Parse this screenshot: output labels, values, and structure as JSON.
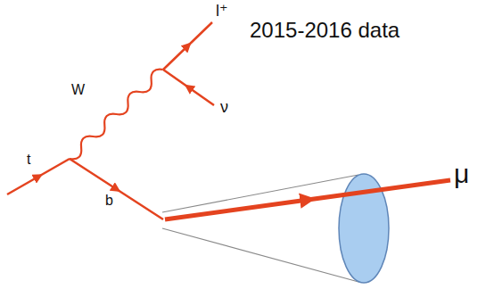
{
  "diagram": {
    "labels": [
      "2015-2016 data",
      "W",
      "l⁺",
      "ν",
      "t",
      "b",
      "μ"
    ]
  }
}
